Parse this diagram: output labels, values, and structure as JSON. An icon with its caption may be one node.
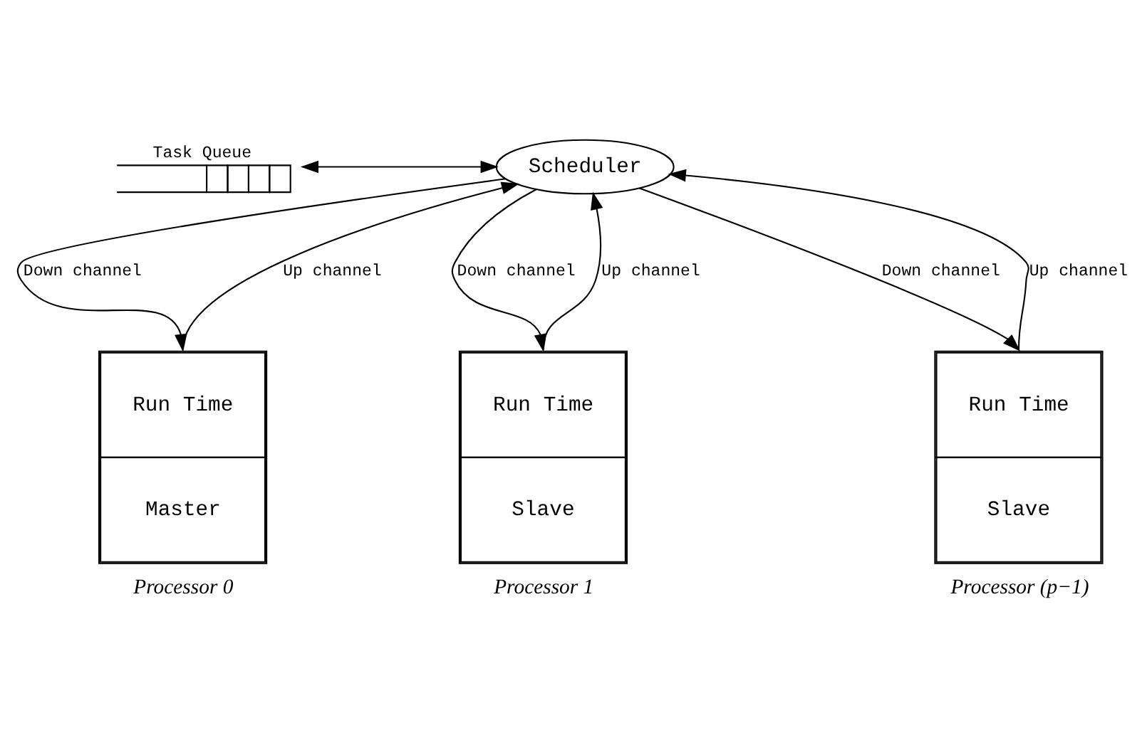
{
  "diagram": {
    "nodes": [
      {
        "text": [
          "Task Queue"
        ]
      },
      {
        "text": [
          "Scheduler"
        ]
      },
      {
        "text": [
          "Run Time",
          "Master"
        ],
        "beside": [
          "Processor 0"
        ]
      },
      {
        "text": [
          "Run Time",
          "Slave"
        ],
        "beside": [
          "Processor 1"
        ]
      },
      {
        "text": [
          "Run Time",
          "Slave"
        ],
        "beside": [
          "Processor (p−1)"
        ]
      }
    ],
    "edges": [
      {
        "from": 0,
        "to": 1,
        "arrow": "both"
      },
      {
        "from": 1,
        "to": 2,
        "arrow": "to",
        "label": "Down channel"
      },
      {
        "from": 2,
        "to": 1,
        "arrow": "to",
        "label": "Up channel"
      },
      {
        "from": 1,
        "to": 3,
        "arrow": "to",
        "label": "Down channel"
      },
      {
        "from": 3,
        "to": 1,
        "arrow": "to",
        "label": "Up channel"
      },
      {
        "from": 1,
        "to": 4,
        "arrow": "to",
        "label": "Down channel"
      },
      {
        "from": 4,
        "to": 1,
        "arrow": "to",
        "label": "Up channel"
      }
    ]
  }
}
